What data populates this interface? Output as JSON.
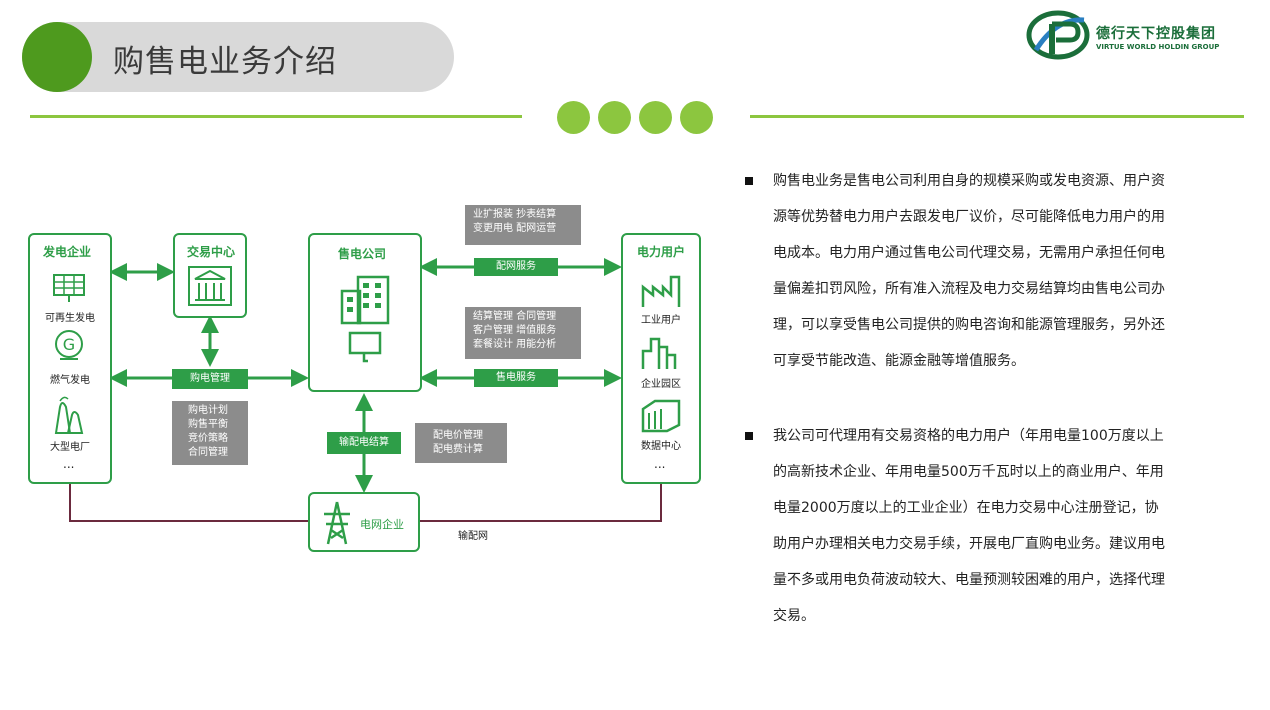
{
  "header": {
    "title": "购售电业务介绍"
  },
  "logo": {
    "name_cn": "德行天下控股集团",
    "name_en": "VIRTUE WORLD HOLDIN GROUP"
  },
  "diagram": {
    "generation": {
      "title": "发电企业",
      "items": [
        "可再生发电",
        "燃气发电",
        "大型电厂"
      ],
      "more": "..."
    },
    "exchange": {
      "title": "交易中心"
    },
    "retail": {
      "title": "售电公司"
    },
    "users": {
      "title": "电力用户",
      "items": [
        "工业用户",
        "企业园区",
        "数据中心"
      ],
      "more": "..."
    },
    "grid": {
      "title": "电网企业"
    },
    "buttons": {
      "purchase_mgmt": "购电管理",
      "distribution_service": "配网服务",
      "sales_service": "售电服务",
      "settlement": "输配电结算"
    },
    "gray_boxes": {
      "distribution": [
        "业扩报装  抄表结算",
        "变更用电  配网运营"
      ],
      "sales": [
        "结算管理  合同管理",
        "客户管理  增值服务",
        "套餐设计  用能分析"
      ],
      "purchase": [
        "购电计划",
        "购售平衡",
        "竞价策略",
        "合同管理"
      ],
      "settlement": [
        "配电价管理",
        "配电费计算"
      ]
    },
    "network_label": "输配网"
  },
  "paragraphs": [
    {
      "lines": [
        "购售电业务是售电公司利用自身的规模采购或发电资源、用户资",
        "源等优势替电力用户去跟发电厂议价，尽可能降低电力用户的用",
        "电成本。电力用户通过售电公司代理交易，无需用户承担任何电",
        "量偏差扣罚风险，所有准入流程及电力交易结算均由售电公司办",
        "理，可以享受售电公司提供的购电咨询和能源管理服务，另外还",
        "可享受节能改造、能源金融等增值服务。"
      ]
    },
    {
      "lines": [
        "我公司可代理用有交易资格的电力用户（年用电量100万度以上",
        "的高新技术企业、年用电量500万千瓦时以上的商业用户、年用",
        "电量2000万度以上的工业企业）在电力交易中心注册登记，协",
        "助用户办理相关电力交易手续，开展电厂直购电业务。建议用电",
        "量不多或用电负荷波动较大、电量预测较困难的用户，选择代理",
        "交易。"
      ]
    }
  ],
  "colors": {
    "title_circle": "#4e9a1e",
    "accent_green": "#8cc63f",
    "diagram_green": "#2e9e48",
    "gray_box": "#8c8c8c",
    "grid_line": "#6b2a3e"
  }
}
